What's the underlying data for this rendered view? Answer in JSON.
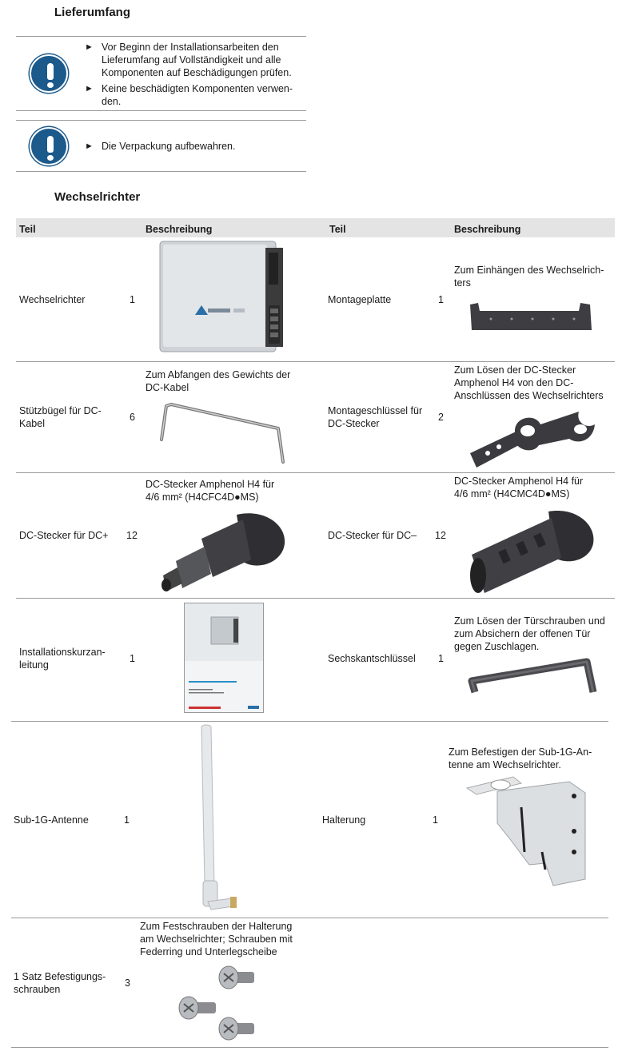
{
  "sections": {
    "lieferumfang_title": "Lieferumfang",
    "wechselrichter_title": "Wechselrichter"
  },
  "notices": [
    {
      "bullets": [
        [
          "Vor Beginn der Installationsarbeiten den",
          "Lieferumfang auf Vollständigkeit und alle",
          "Komponenten auf Beschädigungen prüfen."
        ],
        [
          "Keine beschädigten Komponenten verwen-",
          "den."
        ]
      ]
    },
    {
      "bullets": [
        [
          "Die Verpackung aufbewahren."
        ]
      ]
    }
  ],
  "bullet_glyph": "►",
  "table": {
    "headers": [
      "Teil",
      "Beschreibung",
      "Teil",
      "Beschreibung"
    ],
    "rows": [
      {
        "left": {
          "name": [
            "Wechselrichter"
          ],
          "qty": "1",
          "desc": [],
          "image": "inverter-image"
        },
        "right": {
          "name": [
            "Montageplatte"
          ],
          "qty": "1",
          "desc": [
            "Zum Einhängen des Wechselrich-",
            "ters"
          ],
          "image": "mounting-plate-image"
        }
      },
      {
        "left": {
          "name": [
            "Stützbügel für DC-",
            "Kabel"
          ],
          "qty": "6",
          "desc": [
            "Zum Abfangen des Gewichts der",
            "DC-Kabel"
          ],
          "image": "support-bracket-image"
        },
        "right": {
          "name": [
            "Montageschlüssel für",
            "DC-Stecker"
          ],
          "qty": "2",
          "desc": [
            "Zum Lösen der DC-Stecker",
            "Amphenol H4 von den DC-",
            "Anschlüssen des Wechselrichters"
          ],
          "image": "dc-wrench-image"
        }
      },
      {
        "left": {
          "name": [
            "DC-Stecker für DC+"
          ],
          "qty": "12",
          "desc": [
            "DC-Stecker Amphenol H4 für",
            "4/6 mm² (H4CFC4D●MS)"
          ],
          "image": "dc-plus-connector-image"
        },
        "right": {
          "name": [
            "DC-Stecker für DC–"
          ],
          "qty": "12",
          "desc": [
            "DC-Stecker Amphenol H4 für",
            "4/6 mm² (H4CMC4D●MS)"
          ],
          "image": "dc-minus-connector-image"
        }
      },
      {
        "left": {
          "name": [
            "Installationskurzan-",
            "leitung"
          ],
          "qty": "1",
          "desc": [],
          "image": "manual-image"
        },
        "right": {
          "name": [
            "Sechskantschlüssel"
          ],
          "qty": "1",
          "desc": [
            "Zum Lösen der Türschrauben und",
            "zum Absichern der offenen Tür",
            "gegen Zuschlagen."
          ],
          "image": "hex-key-image"
        }
      },
      {
        "left": {
          "name": [
            "Sub-1G-Antenne"
          ],
          "qty": "1",
          "desc": [],
          "image": "antenna-image"
        },
        "right": {
          "name": [
            "Halterung"
          ],
          "qty": "1",
          "desc": [
            "Zum Befestigen der Sub-1G-An-",
            "tenne am Wechselrichter."
          ],
          "image": "holder-image"
        }
      },
      {
        "left": {
          "name": [
            "1 Satz Befestigungs-",
            "schrauben"
          ],
          "qty": "3",
          "desc": [
            "Zum Festschrauben der Halterung",
            "am Wechselrichter; Schrauben mit",
            "Federring und Unterlegscheibe"
          ],
          "image": "screws-image"
        }
      }
    ]
  },
  "colors": {
    "notice_blue": "#1c5a8c",
    "header_bg": "#e4e4e4",
    "rule": "#9a9a9a"
  }
}
